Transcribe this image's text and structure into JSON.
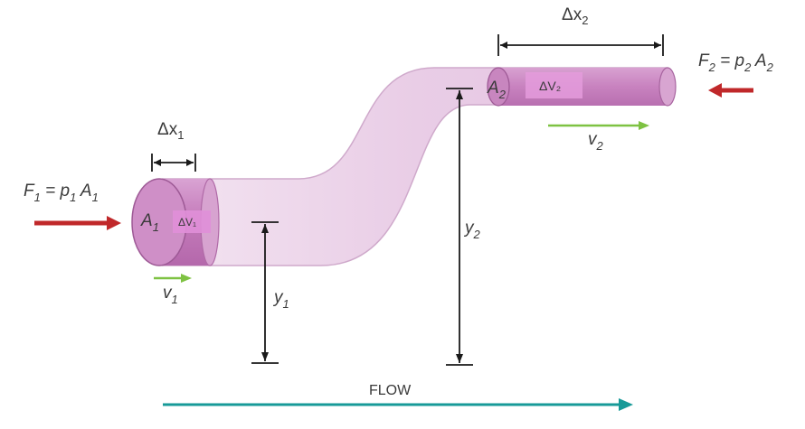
{
  "labels": {
    "F1_main": "F",
    "F1_sub": "1",
    "F1_eq": " = p",
    "F1_p_sub": "1",
    "F1_A": " A",
    "F1_A_sub": "1",
    "F2_main": "F",
    "F2_sub": "2",
    "F2_eq": " = p",
    "F2_p_sub": "2",
    "F2_A": " A",
    "F2_A_sub": "2",
    "dx1_main": "Δx",
    "dx1_sub": "1",
    "dx2_main": "Δx",
    "dx2_sub": "2",
    "A1_main": "A",
    "A1_sub": "1",
    "A2_main": "A",
    "A2_sub": "2",
    "dV1": "ΔV₁",
    "dV2": "ΔV₂",
    "v1_main": "v",
    "v1_sub": "1",
    "v2_main": "v",
    "v2_sub": "2",
    "y1_main": "y",
    "y1_sub": "1",
    "y2_main": "y",
    "y2_sub": "2",
    "flow": "FLOW"
  },
  "colors": {
    "pipe_fill": "#e9cfe6",
    "pipe_stroke": "#c9a0c5",
    "slab": "#c87ebe",
    "dv_box": "#e08fd8",
    "force_arrow": "#c0282a",
    "velocity_arrow": "#7ec242",
    "flow_arrow": "#179a98",
    "dimension_line": "#1a1a1a"
  },
  "icons": {
    "force_left": "arrow-right",
    "force_right": "arrow-left",
    "flow": "arrow-right",
    "velocity": "arrow-right"
  }
}
